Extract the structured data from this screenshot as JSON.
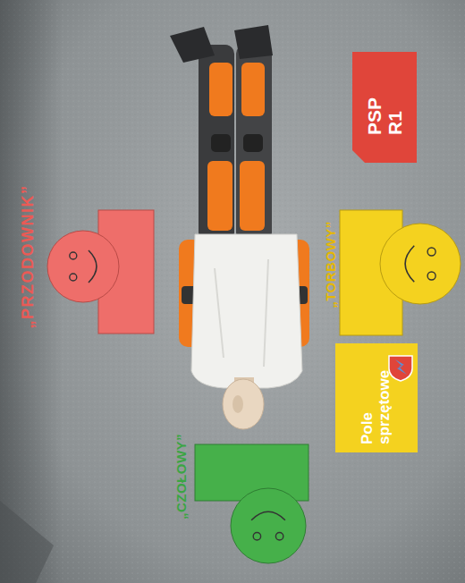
{
  "diagram": {
    "nodes": [
      {
        "text": [
          "„CZOŁOWY”"
        ]
      },
      {
        "text": [
          "„PRZODOWNIK”"
        ]
      },
      {
        "text": [
          "„TORBOWY”"
        ]
      },
      {
        "text": [
          "Pole sprzętowe"
        ]
      },
      {
        "text": [
          "PSP R1"
        ]
      }
    ]
  }
}
